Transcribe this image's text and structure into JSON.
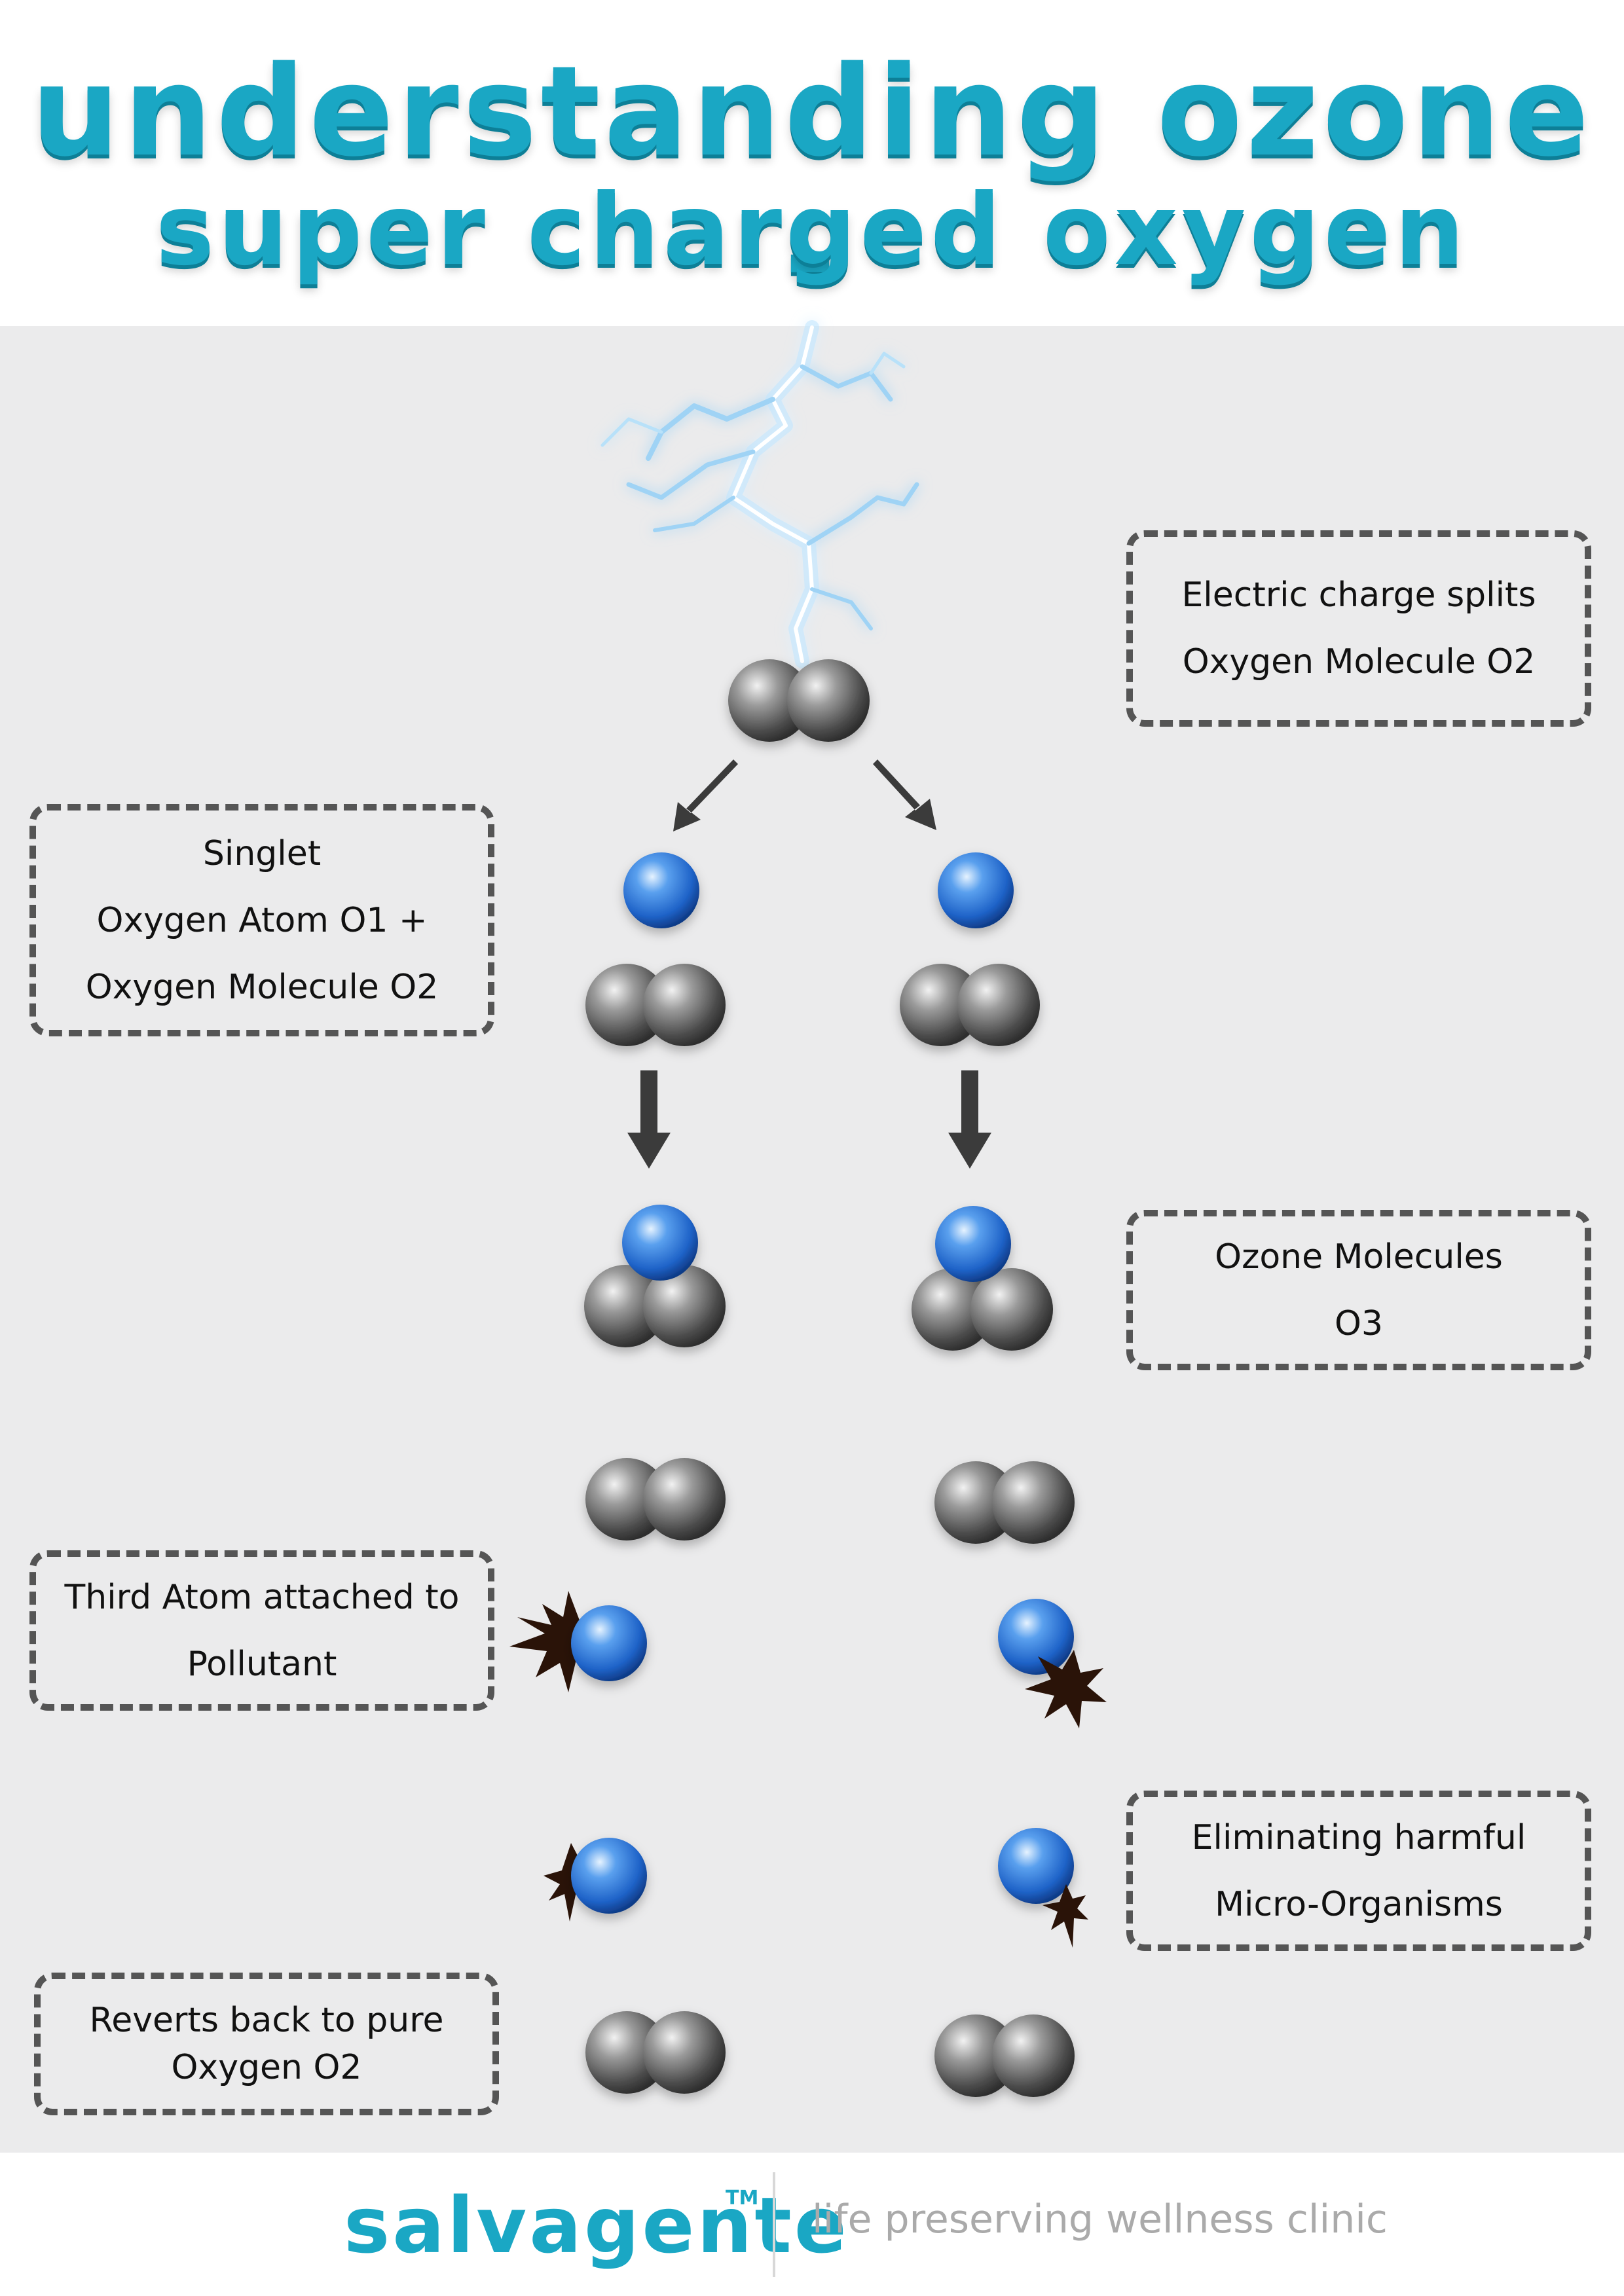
{
  "header": {
    "title_line1": "understanding ozone -",
    "title_line2": "super charged oxygen"
  },
  "callouts": {
    "electric_charge": [
      "Electric charge splits",
      "Oxygen Molecule O2"
    ],
    "singlet": [
      "Singlet",
      "Oxygen Atom O1 +",
      "Oxygen Molecule O2"
    ],
    "ozone": [
      "Ozone Molecules",
      "O3"
    ],
    "third_atom": [
      "Third Atom attached to",
      "Pollutant"
    ],
    "eliminating": [
      "Eliminating harmful",
      "Micro-Organisms"
    ],
    "reverts": [
      "Reverts back to pure",
      "Oxygen O2"
    ]
  },
  "footer": {
    "brand": "salvagente",
    "trademark": "TM",
    "tagline": "life preserving wellness clinic"
  },
  "colors": {
    "title": "#1aa7c4",
    "panel_bg": "#ebebec",
    "oxygen_atom_grey": "#6b6b6b",
    "singlet_atom_blue": "#1f63c8",
    "lightning": "#bfe6ff",
    "pollutant": "#2a1308",
    "callout_border": "#555555"
  },
  "icons": [
    "lightning-bolt-icon",
    "oxygen-molecule-icon",
    "singlet-oxygen-atom-icon",
    "pollutant-icon",
    "arrow-icon",
    "lifebuoy-logo-icon"
  ]
}
